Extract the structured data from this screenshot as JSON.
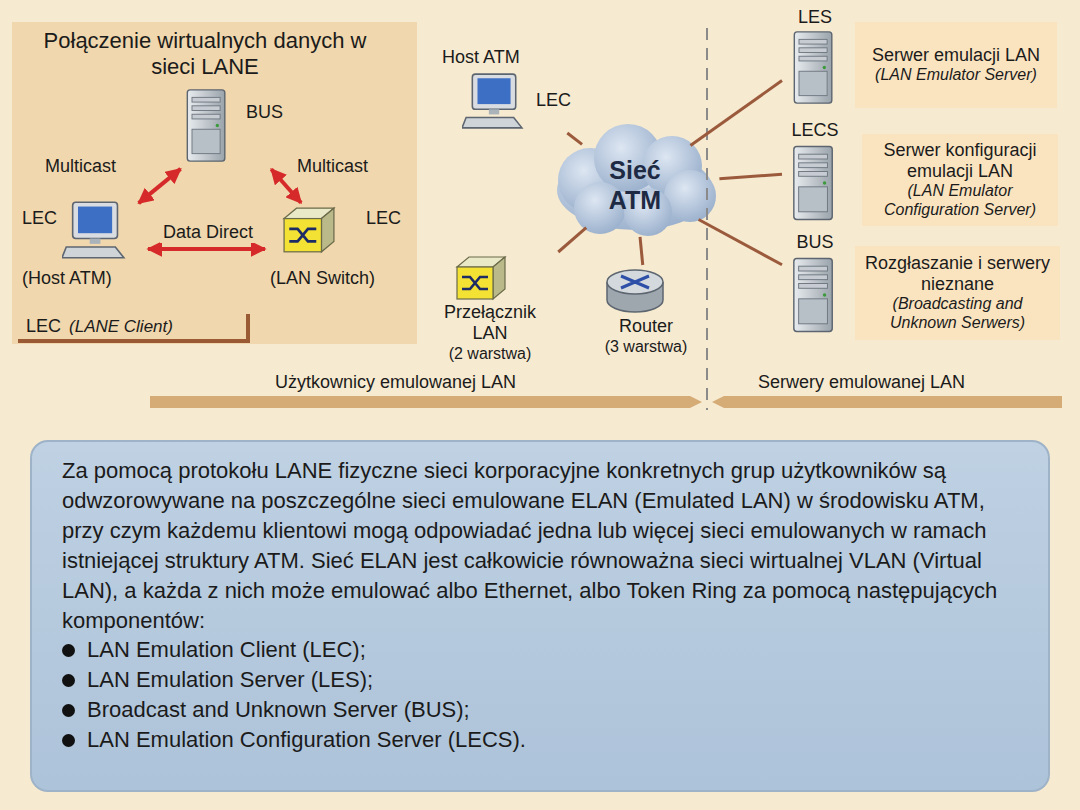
{
  "diagram": {
    "nodes": [
      {
        "text": [
          "Połączenie wirtualnych danych w sieci LANE"
        ]
      },
      {
        "text": [
          "BUS"
        ],
        "in": 0
      },
      {
        "text": [
          "LEC",
          "(Host ATM)"
        ],
        "in": 0
      },
      {
        "text": [
          "LEC",
          "(LAN Switch)"
        ],
        "in": 0
      },
      {
        "text": [
          "LEC",
          "(LANE Client)"
        ],
        "in": 0
      },
      {
        "text": [
          "Sieć ATM"
        ]
      },
      {
        "text": [
          "Host ATM",
          "LEC"
        ]
      },
      {
        "text": [
          "Przełącznik LAN",
          "(2 warstwa)"
        ]
      },
      {
        "text": [
          "Router",
          "(3 warstwa)"
        ]
      },
      {
        "text": [
          "LES"
        ]
      },
      {
        "text": [
          "Serwer emulacji LAN",
          "(LAN Emulator Server)"
        ]
      },
      {
        "text": [
          "LECS"
        ]
      },
      {
        "text": [
          "Serwer konfiguracji emulacji LAN",
          "(LAN Emulator Configuration Server)"
        ]
      },
      {
        "text": [
          "BUS"
        ]
      },
      {
        "text": [
          "Rozgłaszanie i serwery nieznane",
          "(Broadcasting and Unknown Serwers)"
        ]
      },
      {
        "text": [
          "Za pomocą protokołu LANE fizyczne sieci korporacyjne konkretnych grup użytkowników są odwzorowywane na poszczególne sieci emulowane ELAN (Emulated LAN) w środowisku ATM, przy czym każdemu klientowi mogą odpowiadać jedna lub więcej sieci emulowanych w ramach istniejącej struktury ATM. Sieć ELAN jest całkowicie równoważna sieci wirtualnej VLAN (Virtual LAN), a każda z nich może emulować albo Ethernet, albo Token Ring za pomocą następujących komponentów:",
          "LAN Emulation Client (LEC);",
          "LAN Emulation Server (LES);",
          "Broadcast and Unknown Server (BUS);",
          "LAN Emulation Configuration Server (LECS)."
        ]
      }
    ],
    "edges": [
      {
        "from": 1,
        "to": 2,
        "label": "Multicast",
        "arrow": "both"
      },
      {
        "from": 1,
        "to": 3,
        "label": "Multicast",
        "arrow": "both"
      },
      {
        "from": 2,
        "to": 3,
        "label": "Data Direct",
        "arrow": "both"
      },
      {
        "from": 5,
        "to": 6,
        "arrow": "none"
      },
      {
        "from": 5,
        "to": 7,
        "arrow": "none"
      },
      {
        "from": 5,
        "to": 8,
        "arrow": "none"
      },
      {
        "from": 5,
        "to": 9,
        "arrow": "none"
      },
      {
        "from": 5,
        "to": 11,
        "arrow": "none"
      },
      {
        "from": 5,
        "to": 13,
        "arrow": "none"
      }
    ],
    "labels": [
      "Użytkownicy emulowanej LAN",
      "Serwery emulowanej LAN"
    ]
  }
}
